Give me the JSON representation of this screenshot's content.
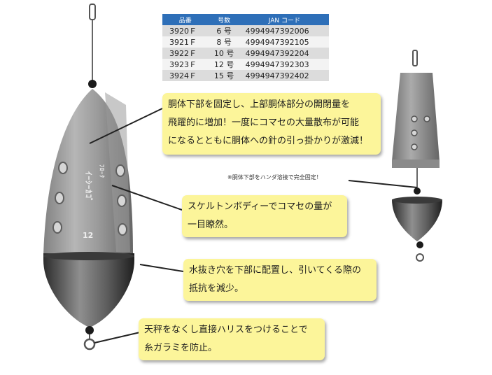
{
  "spec_table": {
    "headers": [
      "品番",
      "号数",
      "JAN コード"
    ],
    "rows": [
      [
        "3920Ｆ",
        "6 号",
        "4994947392006"
      ],
      [
        "3921Ｆ",
        "8 号",
        "4994947392105"
      ],
      [
        "3922Ｆ",
        "10 号",
        "4994947392204"
      ],
      [
        "3923Ｆ",
        "12 号",
        "4994947392303"
      ],
      [
        "3924Ｆ",
        "15 号",
        "4994947392402"
      ]
    ]
  },
  "callouts": [
    {
      "lines": [
        "胴体下部を固定し、上部胴体部分の開閉量を",
        "飛躍的に増加！一度にコマセの大量散布が可能",
        "になるとともに胴体への針の引っ掛かりが激減！"
      ]
    },
    {
      "lines": [
        "スケルトンボディーでコマセの量が",
        "一目瞭然。"
      ]
    },
    {
      "lines": [
        "水抜き穴を下部に配置し、引いてくる際の",
        "抵抗を減少。"
      ]
    },
    {
      "lines": [
        "天秤をなくし直接ハリスをつけることで",
        "糸ガラミを防止。"
      ]
    }
  ],
  "note": "※胴体下部をハンダ溶接で完全固定！",
  "product_label": {
    "brand": "ｲｰｼｰｶｺﾞ",
    "small": "ﾌﾛｰｸ",
    "number": "12"
  },
  "colors": {
    "callout_bg": "#fcf59a",
    "table_header": "#2e6fb8"
  }
}
